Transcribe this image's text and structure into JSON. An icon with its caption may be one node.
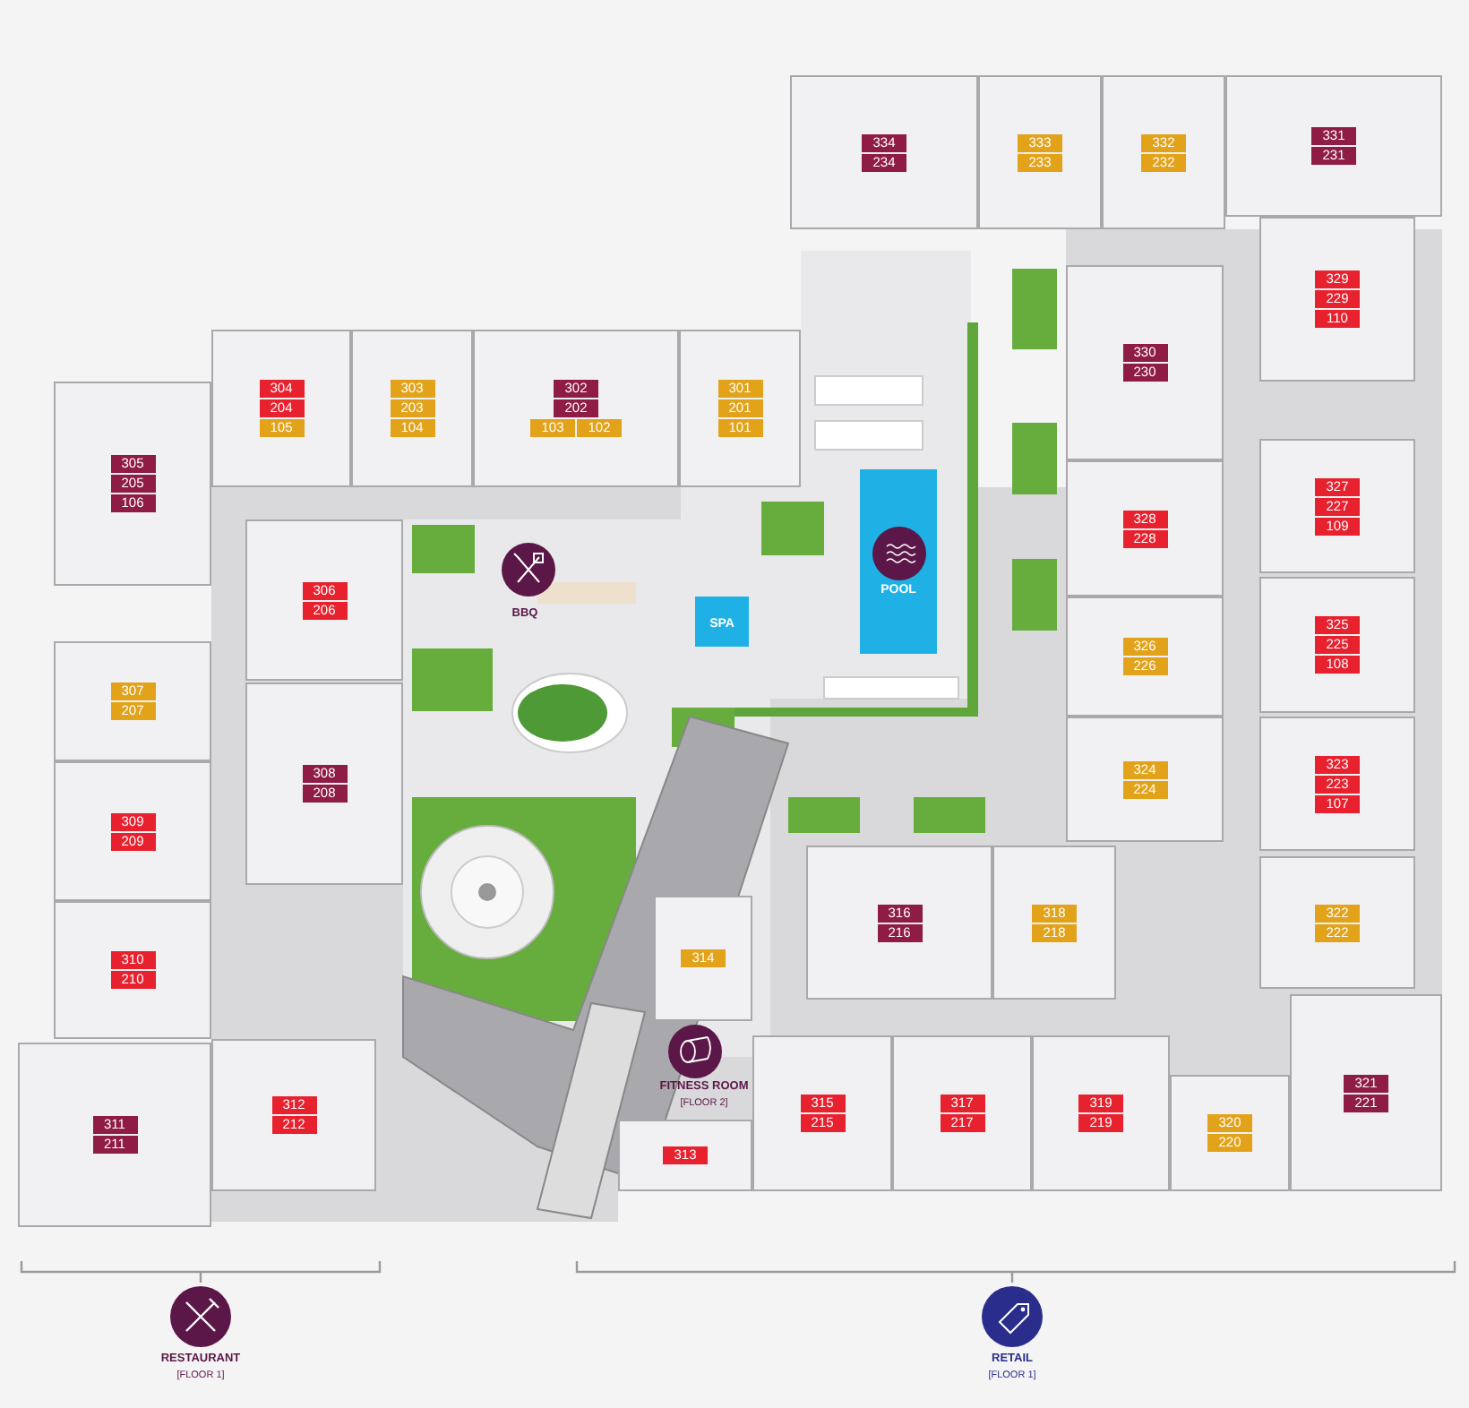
{
  "diagram": {
    "nodes": [
      {
        "text": [
          "334",
          "234"
        ]
      },
      {
        "text": [
          "333",
          "233"
        ]
      },
      {
        "text": [
          "332",
          "232"
        ]
      },
      {
        "text": [
          "331",
          "231"
        ]
      },
      {
        "text": [
          "329",
          "229",
          "110"
        ]
      },
      {
        "text": [
          "304",
          "204",
          "105"
        ]
      },
      {
        "text": [
          "303",
          "203",
          "104"
        ]
      },
      {
        "text": [
          "302",
          "202",
          "103",
          "102"
        ]
      },
      {
        "text": [
          "301",
          "201",
          "101"
        ]
      },
      {
        "text": [
          "330",
          "230"
        ]
      },
      {
        "text": [
          "305",
          "205",
          "106"
        ]
      },
      {
        "text": [
          "POOL"
        ]
      },
      {
        "text": [
          "306",
          "206"
        ]
      },
      {
        "text": [
          "327",
          "227",
          "109"
        ]
      },
      {
        "text": [
          "SPA"
        ]
      },
      {
        "text": [
          "328",
          "228"
        ]
      },
      {
        "text": [
          "325",
          "225",
          "108"
        ]
      },
      {
        "text": [
          "326",
          "226"
        ]
      },
      {
        "text": [
          "307",
          "207"
        ]
      },
      {
        "text": [
          "308",
          "208"
        ]
      },
      {
        "text": [
          "323",
          "223",
          "107"
        ]
      },
      {
        "text": [
          "324",
          "224"
        ]
      },
      {
        "text": [
          "309",
          "209"
        ]
      },
      {
        "text": [
          "316",
          "216"
        ]
      },
      {
        "text": [
          "318",
          "218"
        ]
      },
      {
        "text": [
          "322",
          "222"
        ]
      },
      {
        "text": [
          "310",
          "210"
        ]
      },
      {
        "text": [
          "314"
        ]
      },
      {
        "text": [
          "311",
          "211"
        ]
      },
      {
        "text": [
          "312",
          "212"
        ]
      },
      {
        "text": [
          "313"
        ]
      },
      {
        "text": [
          "315",
          "215"
        ]
      },
      {
        "text": [
          "317",
          "217"
        ]
      },
      {
        "text": [
          "319",
          "219"
        ]
      },
      {
        "text": [
          "320",
          "220"
        ]
      },
      {
        "text": [
          "321",
          "221"
        ]
      }
    ],
    "edges": [],
    "labels": [
      "BBQ",
      "FITNESS ROOM",
      "[FLOOR 2]",
      "RESTAURANT",
      "[FLOOR 1]",
      "RETAIL",
      "[FLOOR 1]"
    ]
  }
}
